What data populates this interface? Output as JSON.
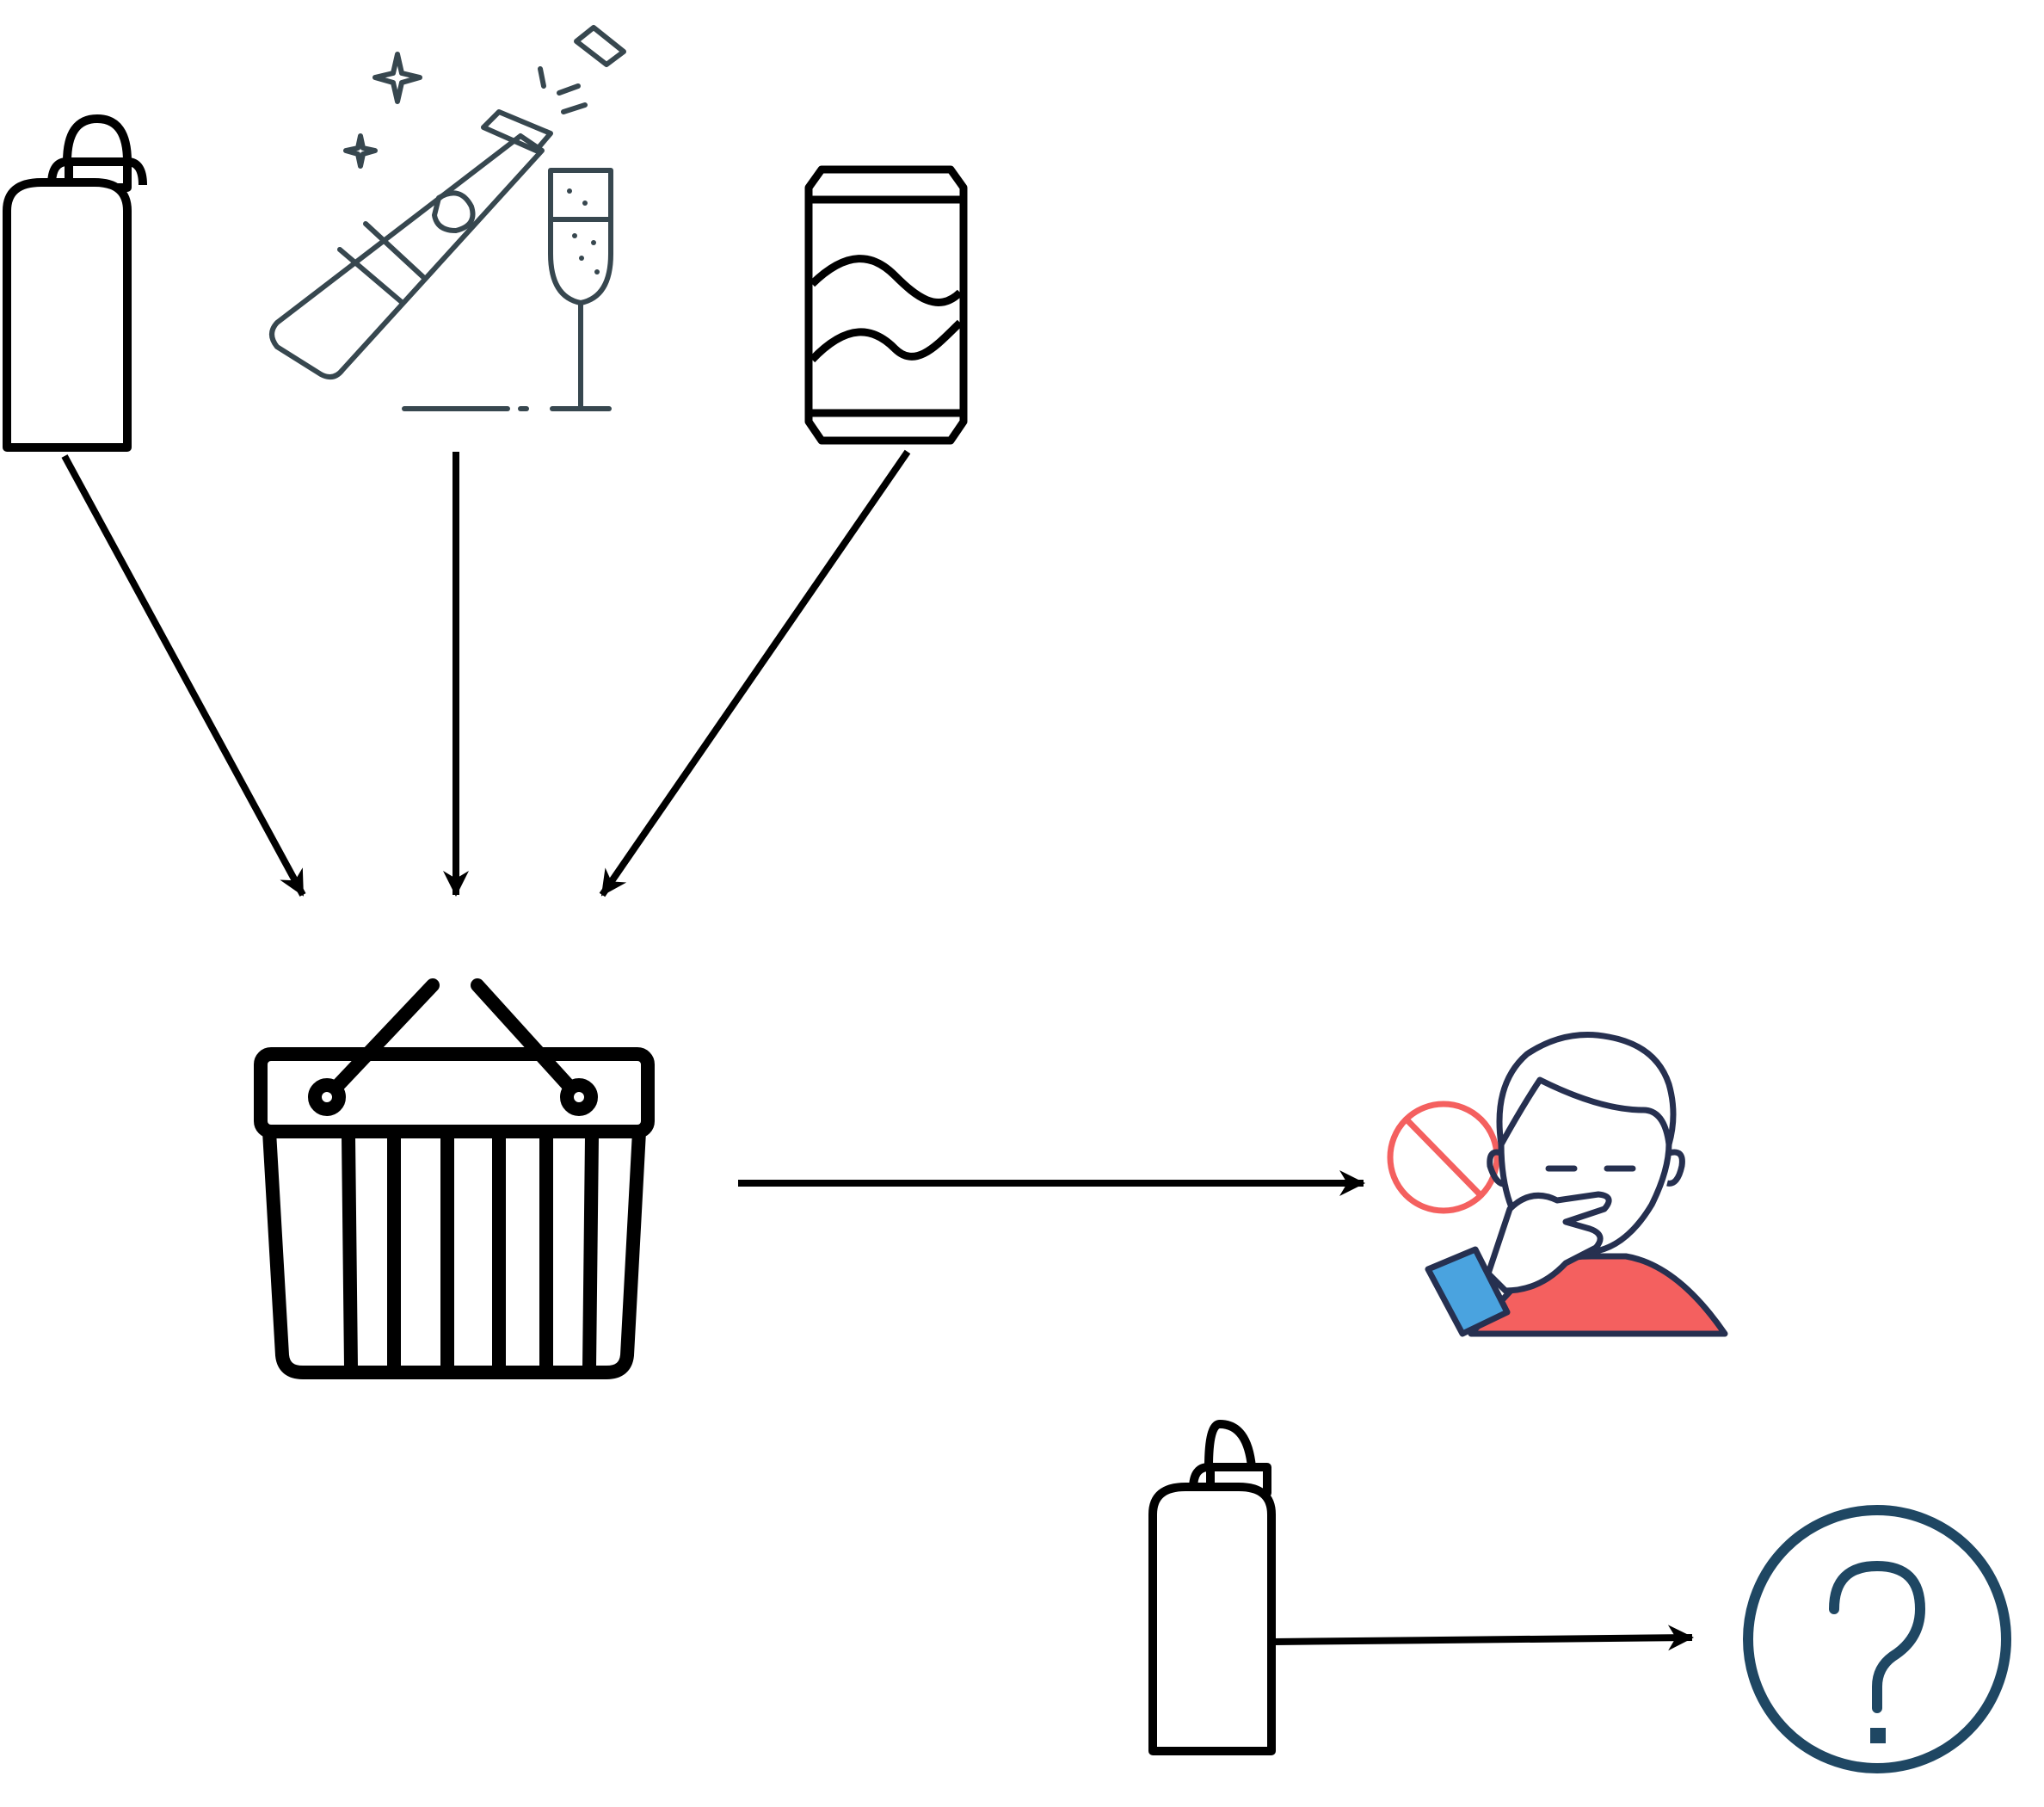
{
  "diagram": {
    "nodes": [
      {
        "id": "bottle-top",
        "icon": "gas-bottle-icon"
      },
      {
        "id": "champagne",
        "icon": "champagne-bottle-glass-icon"
      },
      {
        "id": "can",
        "icon": "soda-can-icon"
      },
      {
        "id": "basket",
        "icon": "shopping-basket-icon"
      },
      {
        "id": "person-refusing",
        "icon": "person-refusing-icon"
      },
      {
        "id": "bottle-bottom",
        "icon": "gas-bottle-icon"
      },
      {
        "id": "question",
        "icon": "question-mark-circle-icon"
      }
    ],
    "edges": [
      {
        "from": "bottle-top",
        "to": "basket"
      },
      {
        "from": "champagne",
        "to": "basket"
      },
      {
        "from": "can",
        "to": "basket"
      },
      {
        "from": "basket",
        "to": "person-refusing"
      },
      {
        "from": "bottle-bottom",
        "to": "question"
      }
    ],
    "colors": {
      "stroke": "#000000",
      "champagne_stroke": "#37474f",
      "person_stroke": "#263050",
      "refusal_red": "#f4605f",
      "sleeve_blue": "#4aa3df",
      "question_navy": "#1f4763"
    }
  }
}
